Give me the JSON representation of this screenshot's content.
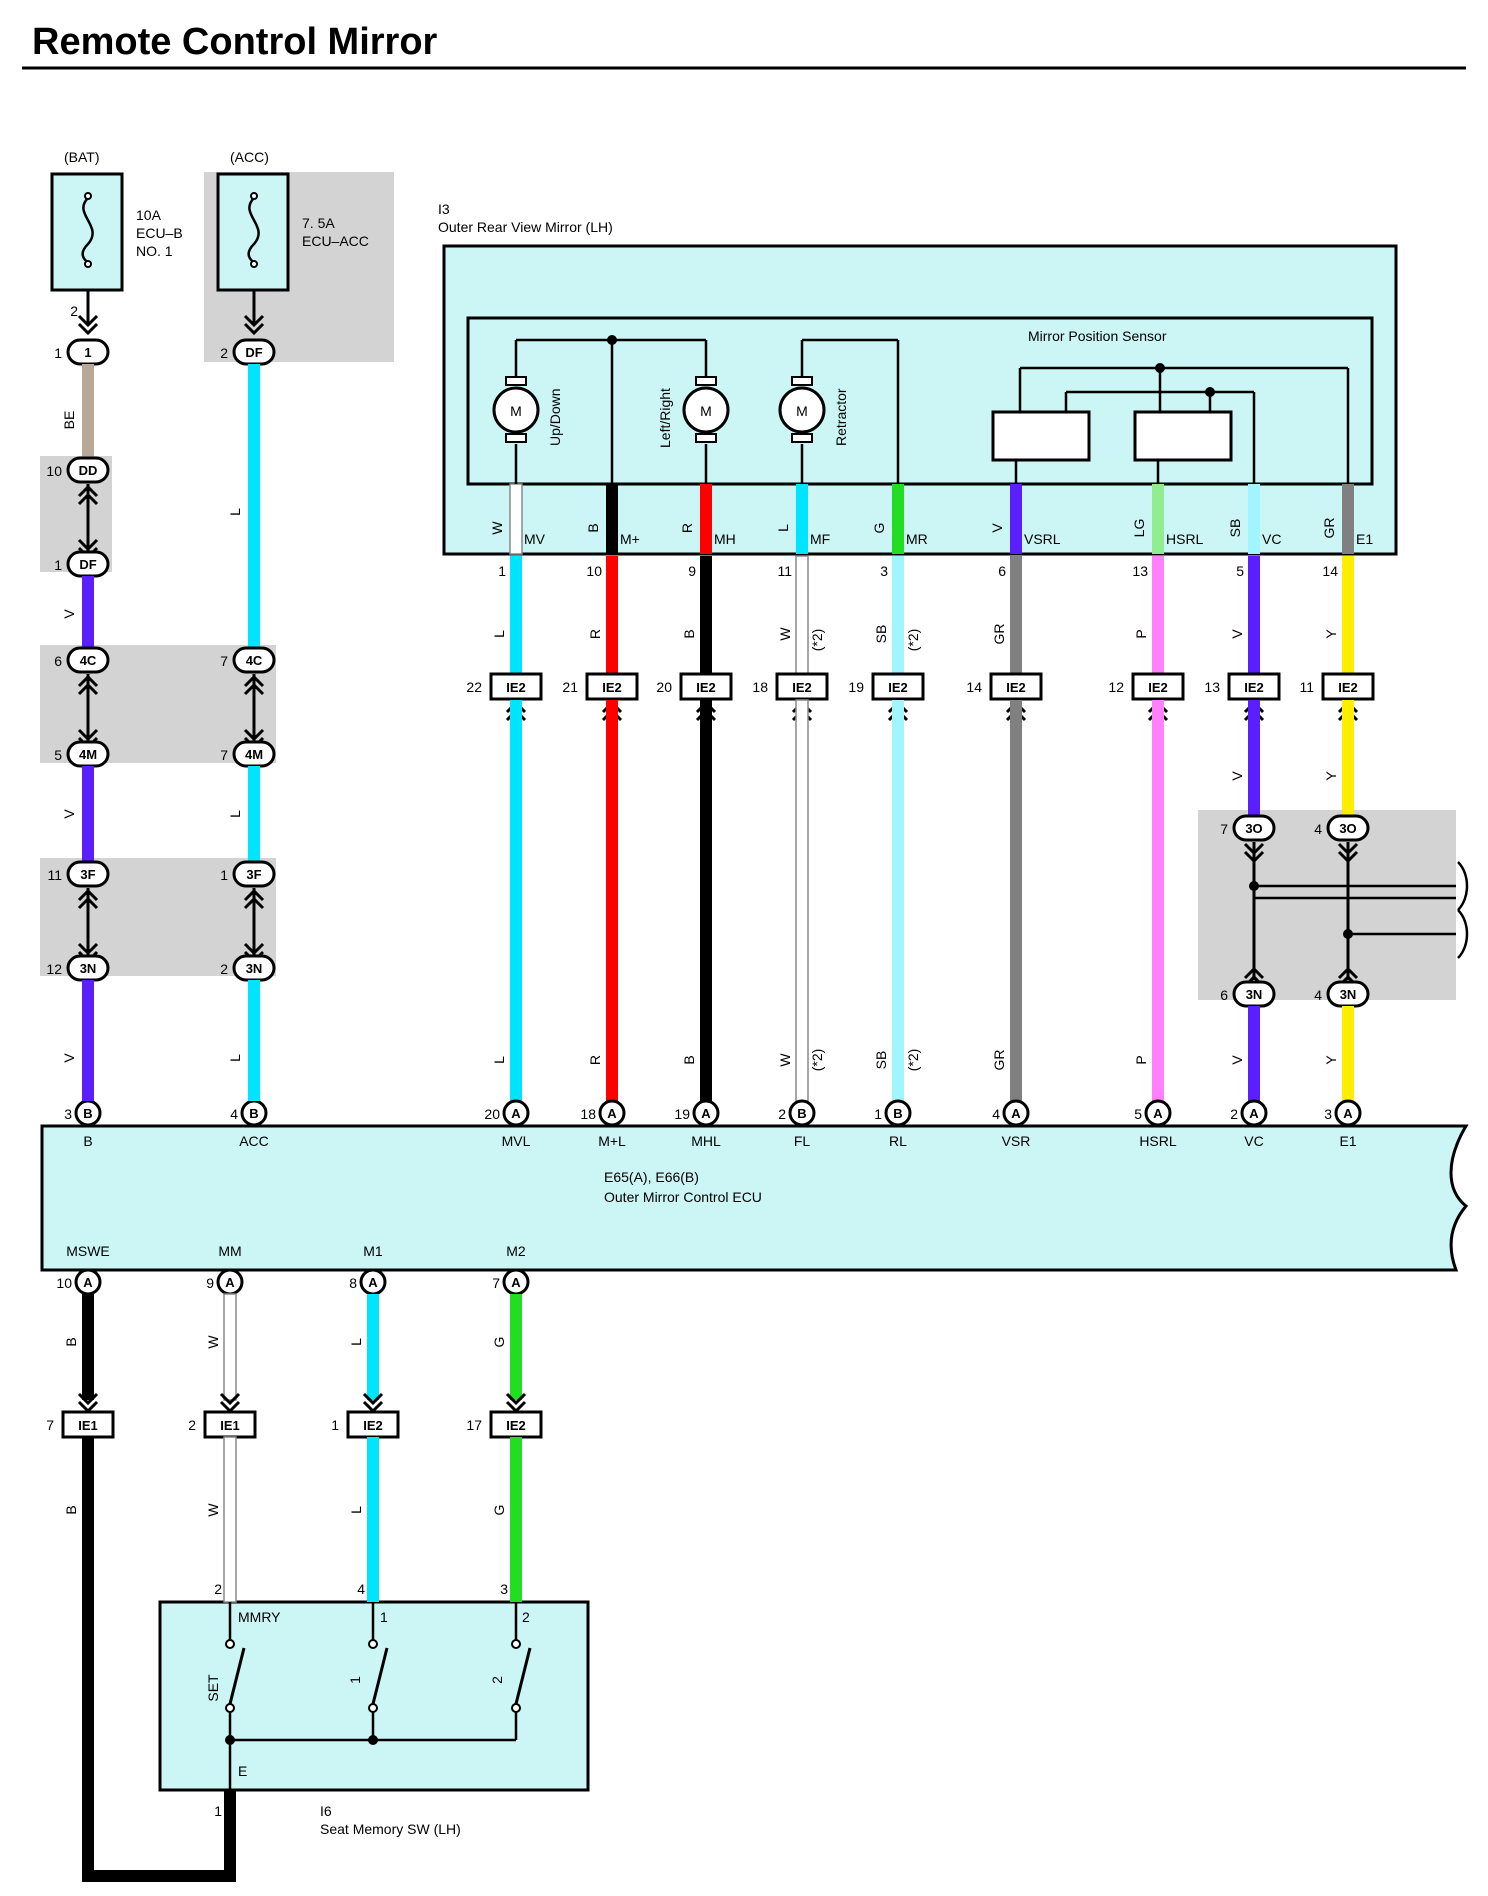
{
  "title": "Remote Control Mirror",
  "sources": [
    {
      "id": "bat",
      "supply": "(BAT)",
      "fuse_lines": [
        "10A",
        "ECU–B",
        "NO. 1"
      ]
    },
    {
      "id": "acc",
      "supply": "(ACC)",
      "fuse_lines": [
        "7. 5A",
        "ECU–ACC"
      ]
    }
  ],
  "mirror": {
    "code": "I3",
    "name": "Outer Rear View Mirror (LH)",
    "sensor": "Mirror Position Sensor",
    "motors": [
      {
        "symbol": "M",
        "label": "Up/Down"
      },
      {
        "symbol": "M",
        "label": "Left/Right"
      },
      {
        "symbol": "M",
        "label": "Retractor"
      }
    ],
    "terminals": [
      {
        "name": "MV",
        "wire": "W",
        "pin": "1",
        "out_color": "L"
      },
      {
        "name": "M+",
        "wire": "B",
        "pin": "10",
        "out_color": "R"
      },
      {
        "name": "MH",
        "wire": "R",
        "pin": "9",
        "out_color": "B"
      },
      {
        "name": "MF",
        "wire": "L",
        "pin": "11",
        "out_color": "W",
        "note": "(*2)"
      },
      {
        "name": "MR",
        "wire": "G",
        "pin": "3",
        "out_color": "SB",
        "note": "(*2)"
      },
      {
        "name": "VSRL",
        "wire": "V",
        "pin": "6",
        "out_color": "GR"
      },
      {
        "name": "HSRL",
        "wire": "LG",
        "pin": "13",
        "out_color": "P"
      },
      {
        "name": "VC",
        "wire": "SB",
        "pin": "5",
        "out_color": "V"
      },
      {
        "name": "E1",
        "wire": "GR",
        "pin": "14",
        "out_color": "Y"
      }
    ]
  },
  "ie2_upper": [
    {
      "pin": "22",
      "label": "IE2"
    },
    {
      "pin": "21",
      "label": "IE2"
    },
    {
      "pin": "20",
      "label": "IE2"
    },
    {
      "pin": "18",
      "label": "IE2"
    },
    {
      "pin": "19",
      "label": "IE2"
    },
    {
      "pin": "14",
      "label": "IE2"
    },
    {
      "pin": "12",
      "label": "IE2"
    },
    {
      "pin": "13",
      "label": "IE2"
    },
    {
      "pin": "11",
      "label": "IE2"
    }
  ],
  "ecu": {
    "codes": "E65(A), E66(B)",
    "name": "Outer Mirror Control ECU",
    "top_terminals": [
      {
        "name": "B",
        "pin": "3",
        "conn": "B"
      },
      {
        "name": "ACC",
        "pin": "4",
        "conn": "B"
      },
      {
        "name": "MVL",
        "pin": "20",
        "conn": "A"
      },
      {
        "name": "M+L",
        "pin": "18",
        "conn": "A"
      },
      {
        "name": "MHL",
        "pin": "19",
        "conn": "A"
      },
      {
        "name": "FL",
        "pin": "2",
        "conn": "B"
      },
      {
        "name": "RL",
        "pin": "1",
        "conn": "B"
      },
      {
        "name": "VSR",
        "pin": "4",
        "conn": "A"
      },
      {
        "name": "HSRL",
        "pin": "5",
        "conn": "A"
      },
      {
        "name": "VC",
        "pin": "2",
        "conn": "A"
      },
      {
        "name": "E1",
        "pin": "3",
        "conn": "A"
      }
    ],
    "bottom_terminals": [
      {
        "name": "MSWE",
        "pin": "10",
        "conn": "A"
      },
      {
        "name": "MM",
        "pin": "9",
        "conn": "A"
      },
      {
        "name": "M1",
        "pin": "8",
        "conn": "A"
      },
      {
        "name": "M2",
        "pin": "7",
        "conn": "A"
      }
    ]
  },
  "left_chain": {
    "bat": [
      {
        "pin": "2"
      },
      {
        "pin": "1",
        "conn": "1"
      },
      {
        "wire": "BE"
      },
      {
        "pin": "10",
        "conn": "DD"
      },
      {
        "pin": "1",
        "conn": "DF"
      },
      {
        "wire": "V"
      },
      {
        "pin": "6",
        "conn": "4C"
      },
      {
        "pin": "5",
        "conn": "4M"
      },
      {
        "wire": "V"
      },
      {
        "pin": "11",
        "conn": "3F"
      },
      {
        "pin": "12",
        "conn": "3N"
      },
      {
        "wire": "V"
      }
    ],
    "acc": [
      {
        "pin": "2",
        "conn": "DF"
      },
      {
        "wire": "L"
      },
      {
        "pin": "7",
        "conn": "4C"
      },
      {
        "pin": "7",
        "conn": "4M"
      },
      {
        "wire": "L"
      },
      {
        "pin": "1",
        "conn": "3F"
      },
      {
        "pin": "2",
        "conn": "3N"
      },
      {
        "wire": "L"
      }
    ]
  },
  "junction": [
    {
      "pin": "7",
      "conn": "3O",
      "wire_above": "V",
      "wire_below": "V",
      "pin_low": "6",
      "conn_low": "3N"
    },
    {
      "pin": "4",
      "conn": "3O",
      "wire_above": "Y",
      "wire_below": "Y",
      "pin_low": "4",
      "conn_low": "3N"
    }
  ],
  "lower_wires": [
    {
      "color": "L"
    },
    {
      "color": "R"
    },
    {
      "color": "B"
    },
    {
      "color": "W",
      "note": "(*2)"
    },
    {
      "color": "SB",
      "note": "(*2)"
    },
    {
      "color": "GR"
    },
    {
      "color": "P"
    },
    {
      "color": "V"
    },
    {
      "color": "Y"
    }
  ],
  "ie_lower": [
    {
      "pin": "7",
      "label": "IE1",
      "wire": "B"
    },
    {
      "pin": "2",
      "label": "IE1",
      "wire": "W"
    },
    {
      "pin": "1",
      "label": "IE2",
      "wire": "L"
    },
    {
      "pin": "17",
      "label": "IE2",
      "wire": "G"
    }
  ],
  "seat_sw": {
    "code": "I6",
    "name": "Seat Memory SW (LH)",
    "pins_top": [
      "2",
      "4",
      "3"
    ],
    "terminal_mmry": "MMRY",
    "terminal_1": "1",
    "terminal_2": "2",
    "switch_set": "SET",
    "switch_1": "1",
    "switch_2": "2",
    "ground_term": "E",
    "ground_pin": "1"
  },
  "colors": {
    "box_fill": "#ccf5f5",
    "shade": "#d3d3d3",
    "wire_L": "#00e5ff",
    "wire_R": "#ff0000",
    "wire_B": "#000000",
    "wire_W": "#ffffff",
    "wire_SB": "#a0f5ff",
    "wire_GR": "#808080",
    "wire_P": "#ff80ff",
    "wire_V": "#5a1eff",
    "wire_Y": "#ffee00",
    "wire_G": "#22dd22",
    "wire_BE": "#b8a898",
    "wire_LG": "#90ee90"
  }
}
